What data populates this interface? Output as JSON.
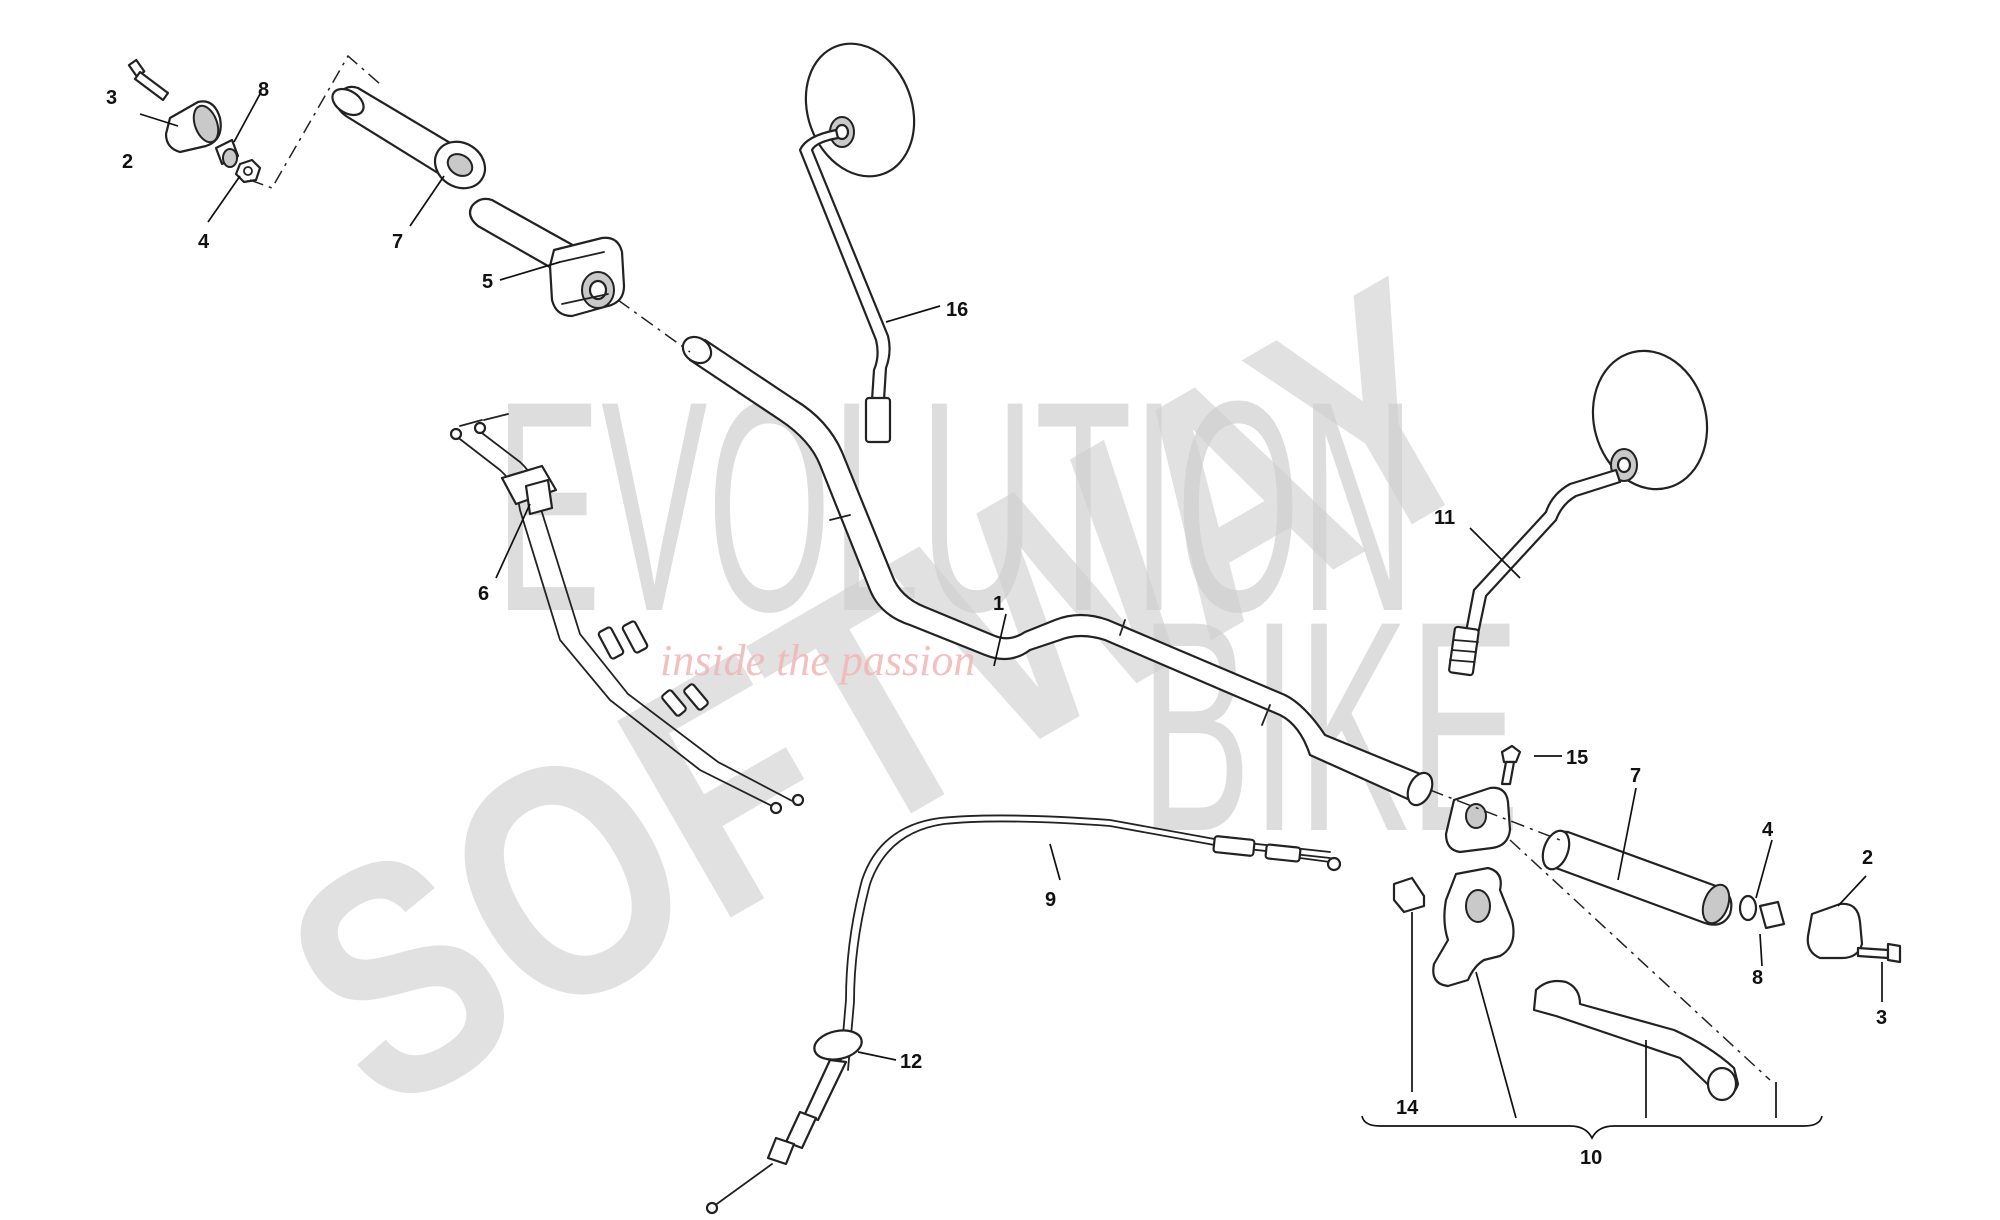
{
  "watermark": {
    "brand_main": "EVOLUTION",
    "brand_second": "BIKE",
    "brand_script": "SOFTWAY",
    "tagline": "inside the passion"
  },
  "callouts": {
    "c1": "1",
    "c2_left": "2",
    "c2_right": "2",
    "c3_left": "3",
    "c3_right": "3",
    "c4_left": "4",
    "c4_right": "4",
    "c5": "5",
    "c6": "6",
    "c7_left": "7",
    "c7_right": "7",
    "c8_left": "8",
    "c8_right": "8",
    "c9": "9",
    "c10": "10",
    "c11": "11",
    "c12": "12",
    "c14": "14",
    "c15": "15",
    "c16": "16"
  },
  "icons": {
    "handlebar": "handlebar-icon",
    "mirror": "mirror-icon",
    "grip": "grip-icon",
    "cable": "cable-icon",
    "lever": "lever-icon"
  }
}
